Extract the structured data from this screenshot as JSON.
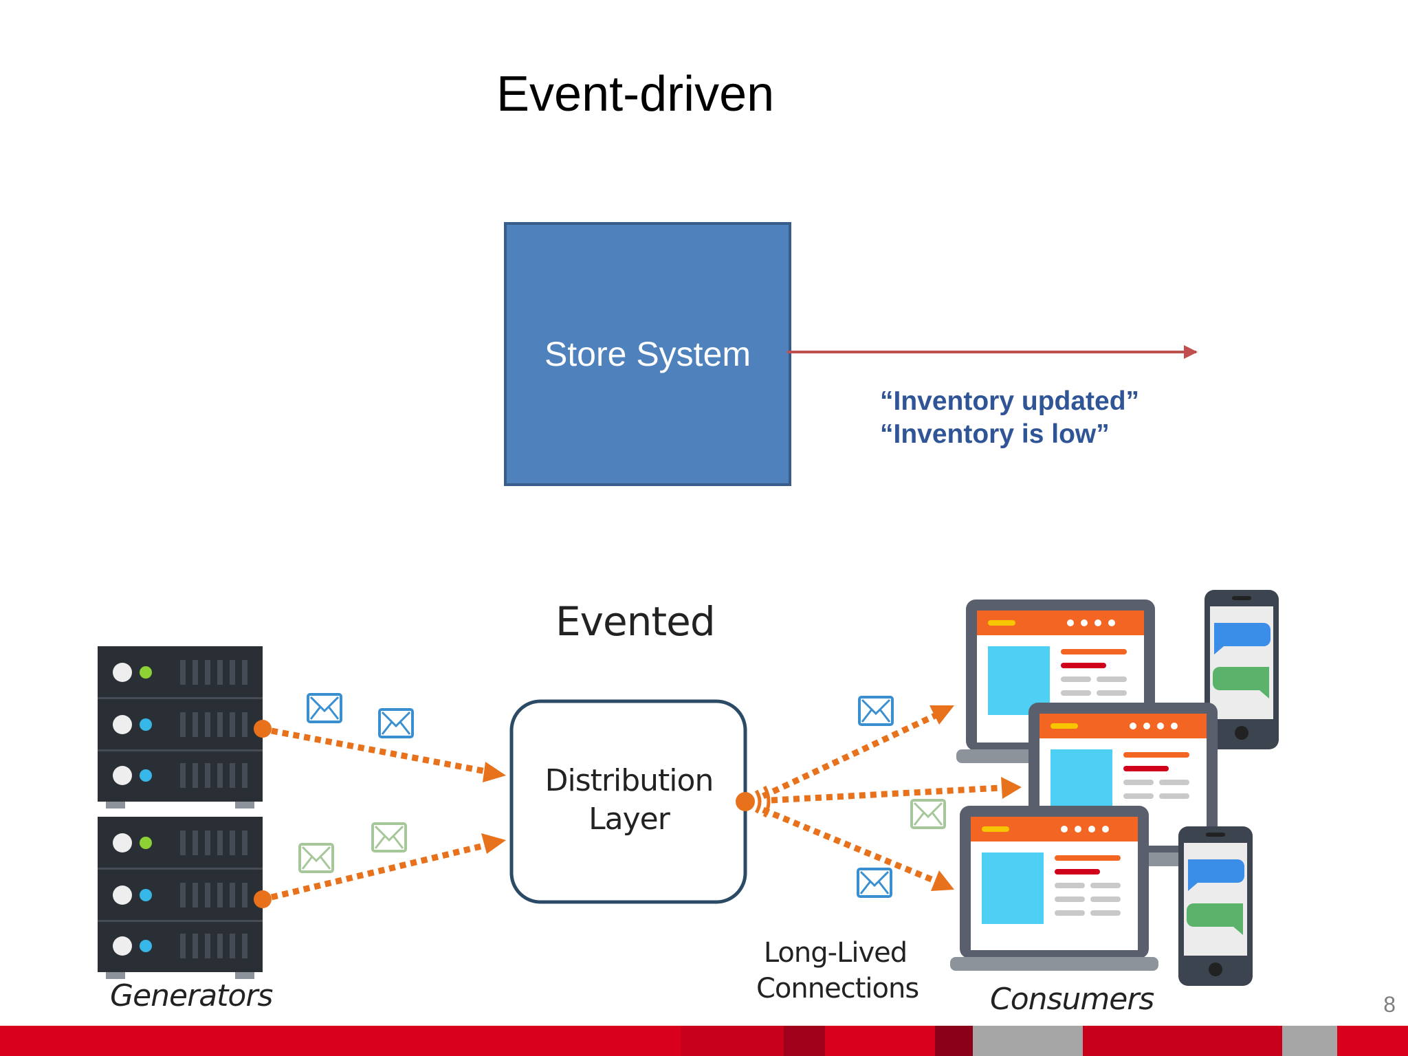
{
  "slide": {
    "title": "Event-driven",
    "page_number": "8"
  },
  "store": {
    "label": "Store System",
    "fill": "#4f81bd",
    "border": "#385d8a"
  },
  "events": {
    "line1": "“Inventory updated”",
    "line2": "“Inventory is low”",
    "color": "#2f5597"
  },
  "evented_diagram": {
    "title": "Evented",
    "distribution_line1": "Distribution",
    "distribution_line2": "Layer",
    "generators_label": "Generators",
    "connections_line1": "Long-Lived",
    "connections_line2": "Connections",
    "consumers_label": "Consumers",
    "accent_color": "#e8711c"
  },
  "footer": {
    "colors": [
      "#d9001b",
      "#c8001b",
      "#a0001a",
      "#d9001b",
      "#8b0019",
      "#a6a6a6",
      "#c8001b",
      "#a6a6a6",
      "#d9001b"
    ]
  }
}
